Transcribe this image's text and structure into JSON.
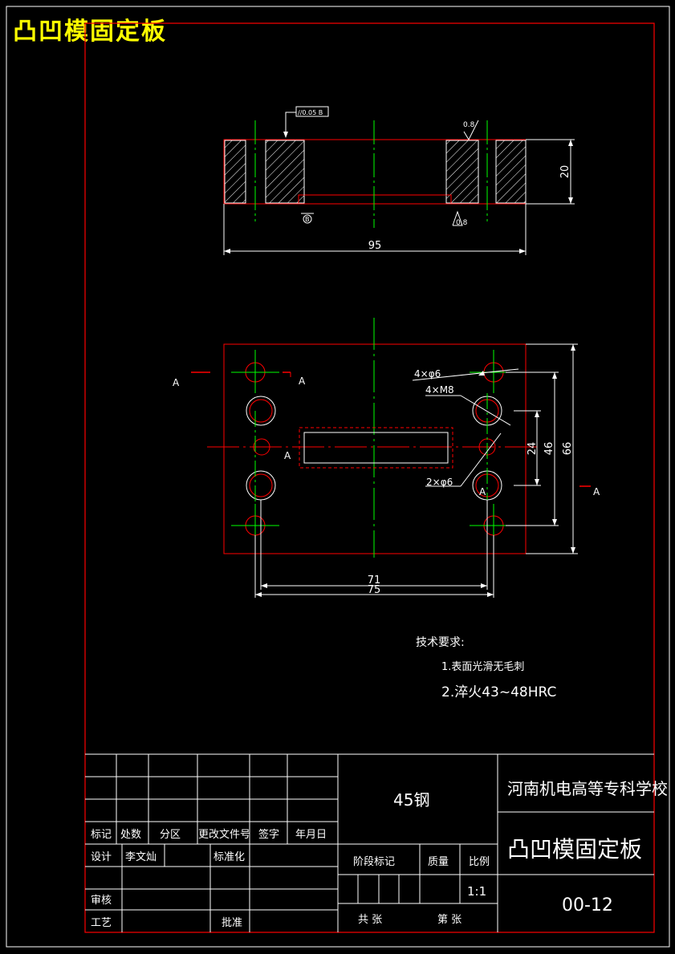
{
  "page_title": "凸凹模固定板",
  "section_view": {
    "flatness_note": "//0.05 B",
    "roughness_top": "0.8",
    "roughness_bottom": "0.8",
    "datum": "B",
    "dim_height": "20",
    "dim_width": "95"
  },
  "plan_view": {
    "label_A1": "A",
    "label_A2": "A",
    "label_A3": "A",
    "label_A4": "A",
    "label_A5": "A",
    "note_holes_1": "4×φ6",
    "note_holes_2": "4×M8",
    "note_holes_3": "2×φ6",
    "dim_24": "24",
    "dim_46": "46",
    "dim_66": "66",
    "dim_71": "71",
    "dim_75": "75"
  },
  "tech_requirements": {
    "heading": "技术要求:",
    "item1": "1.表面光滑无毛刺",
    "item2": "2.淬火43~48HRC"
  },
  "title_block": {
    "col_mark": "标记",
    "col_count": "处数",
    "col_zone": "分区",
    "col_doc": "更改文件号",
    "col_sign": "签字",
    "col_date": "年月日",
    "design": "设计",
    "designer": "李文灿",
    "standardize": "标准化",
    "review": "审核",
    "process": "工艺",
    "approve": "批准",
    "material": "45钢",
    "stage_mark": "阶段标记",
    "mass": "质量",
    "scale_label": "比例",
    "scale_value": "1:1",
    "total": "共 张",
    "sheet": "第 张",
    "school": "河南机电高等专科学校",
    "part_name": "凸凹模固定板",
    "drawing_no": "00-12"
  },
  "colors": {
    "background": "#000000",
    "frame": "#ff0000",
    "lines": "#ffffff",
    "centerline": "#00ff00",
    "title": "#ffff00"
  }
}
